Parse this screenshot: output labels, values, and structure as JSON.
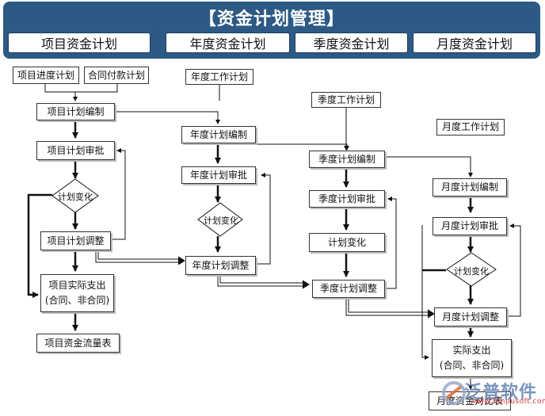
{
  "title": "【资金计划管理】",
  "tabs": [
    "项目资金计划",
    "年度资金计划",
    "季度资金计划",
    "月度资金计划"
  ],
  "project": {
    "progress_plan": "项目进度计划",
    "contract_payment_plan": "合同付款计划",
    "plan_edit": "项目计划编制",
    "plan_approve": "项目计划审批",
    "plan_change": "计划变化",
    "plan_adjust": "项目计划调整",
    "actual_line1": "项目实际支出",
    "actual_line2": "(合同、非合同)",
    "cashflow": "项目资金流量表"
  },
  "annual": {
    "work_plan": "年度工作计划",
    "plan_edit": "年度计划编制",
    "plan_approve": "年度计划审批",
    "plan_change": "计划变化",
    "plan_adjust": "年度计划调整"
  },
  "quarterly": {
    "work_plan": "季度工作计划",
    "plan_edit": "季度计划编制",
    "plan_approve": "季度计划审批",
    "plan_change": "计划变化",
    "plan_adjust": "季度计划调整"
  },
  "monthly": {
    "work_plan": "月度工作计划",
    "plan_edit": "月度计划编制",
    "plan_approve": "月度计划审批",
    "plan_change": "计划变化",
    "plan_adjust": "月度计划调整",
    "actual_line1": "实际支出",
    "actual_line2": "(合同、非合同)",
    "comparison": "月度资金对比表"
  },
  "logo": {
    "name": "泛普软件",
    "url": "www.fanpusoft.com"
  },
  "colors": {
    "banner": "#2d5a85",
    "logo_text": "#6b89b5"
  }
}
